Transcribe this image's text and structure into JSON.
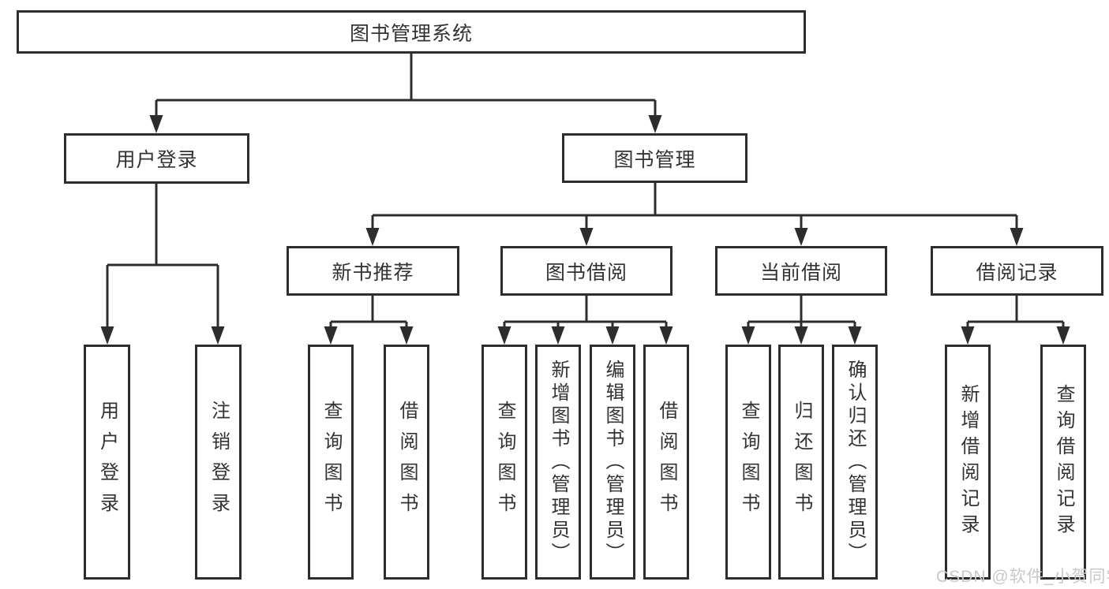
{
  "diagram": {
    "title": "图书管理系统",
    "branches": {
      "user_login": {
        "label": "用户登录",
        "children": [
          "用户登录",
          "注销登录"
        ]
      },
      "book_management": {
        "label": "图书管理",
        "sections": [
          {
            "label": "新书推荐",
            "children": [
              "查询图书",
              "借阅图书"
            ]
          },
          {
            "label": "图书借阅",
            "children": [
              "查询图书",
              "新增图书（管理员）",
              "编辑图书（管理员）",
              "借阅图书"
            ]
          },
          {
            "label": "当前借阅",
            "children": [
              "查询图书",
              "归还图书",
              "确认归还（管理员）"
            ]
          },
          {
            "label": "借阅记录",
            "children": [
              "新增借阅记录",
              "查询借阅记录"
            ]
          }
        ]
      }
    }
  },
  "watermark": "CSDN @软件_小贺同学",
  "colors": {
    "line": "#2d2d2d",
    "text": "#333333",
    "watermark": "#c9c9c9",
    "background": "#ffffff"
  }
}
